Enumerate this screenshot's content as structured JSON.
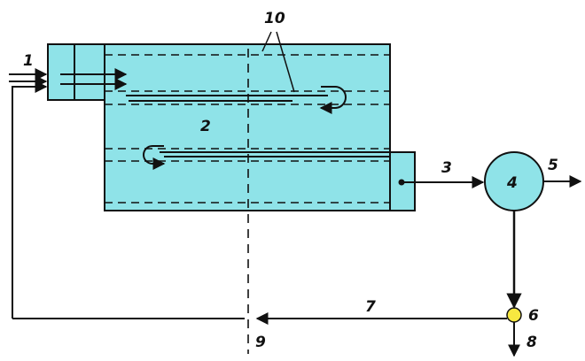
{
  "colors": {
    "tank_fill": "#8fe3e8",
    "line": "#111111",
    "junction": "#f7e840"
  },
  "labels": {
    "l1": "1",
    "l2": "2",
    "l3": "3",
    "l4": "4",
    "l5": "5",
    "l6": "6",
    "l7": "7",
    "l8": "8",
    "l9": "9",
    "l10": "10"
  }
}
